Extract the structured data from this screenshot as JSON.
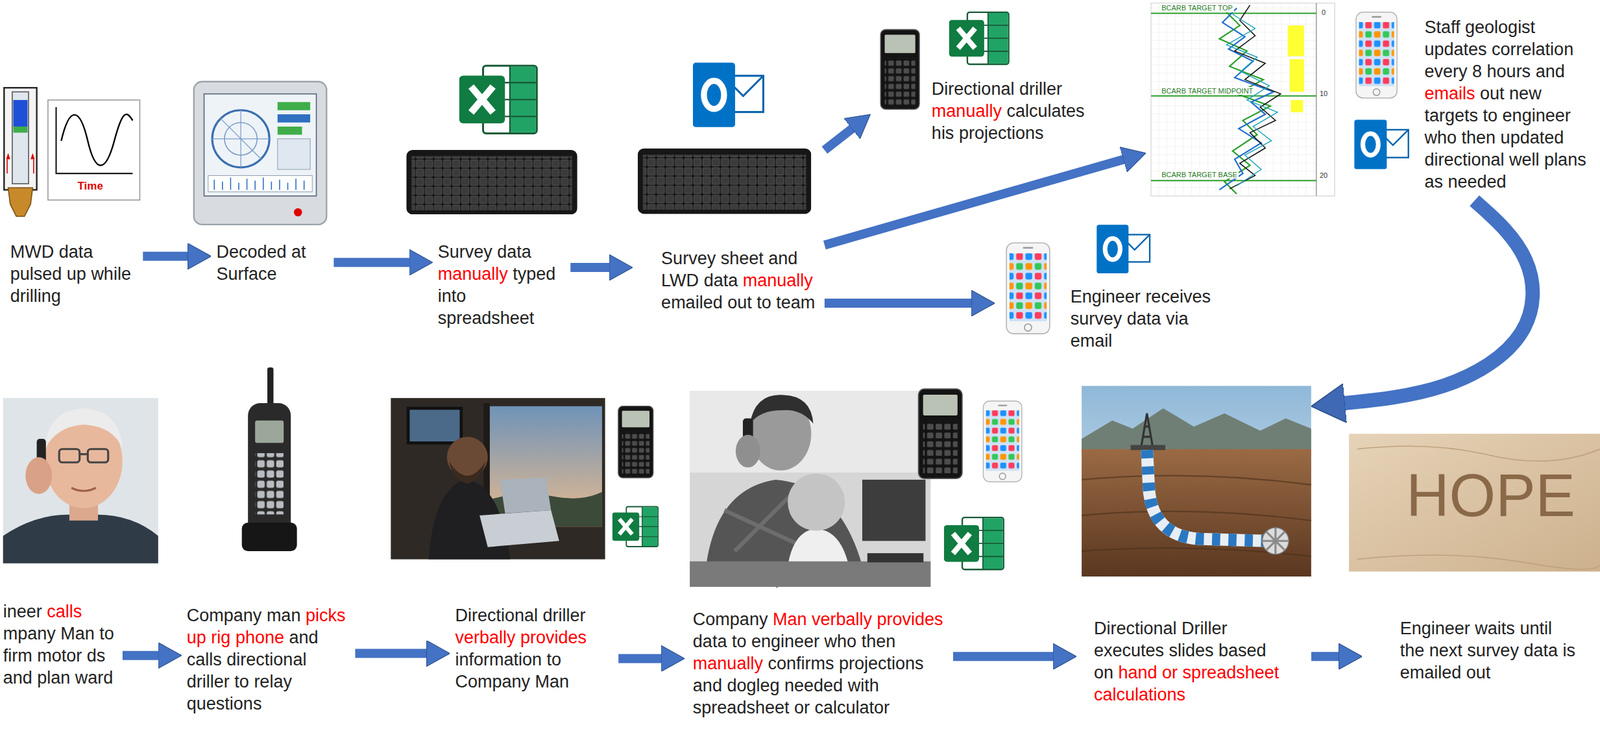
{
  "diagram": {
    "nodes": [
      {
        "text": [
          "MWD data pulsed up while drilling"
        ]
      },
      {
        "text": [
          "Decoded at Surface"
        ]
      },
      {
        "text": [
          "Survey data manually typed into spreadsheet"
        ]
      },
      {
        "text": [
          "Survey sheet and LWD data manually emailed out to team"
        ]
      },
      {
        "text": [
          "Directional driller manually calculates his projections"
        ]
      },
      {
        "text": [
          "Engineer receives survey data via email"
        ]
      },
      {
        "text": [
          "Staff geologist updates correlation every 8 hours and emails out new targets to engineer who then updated directional well plans as needed"
        ]
      },
      {
        "text": [
          "ineer calls mpany Man to firm motor ds and plan ward"
        ]
      },
      {
        "text": [
          "Company man picks up rig phone and calls directional driller to relay questions"
        ]
      },
      {
        "text": [
          "Directional driller verbally provides information to Company Man"
        ]
      },
      {
        "text": [
          "Company Man verbally provides data to engineer who then manually confirms projections and dogleg needed with spreadsheet or calculator"
        ]
      },
      {
        "text": [
          "Directional Driller executes slides based on hand or spreadsheet calculations"
        ]
      },
      {
        "text": [
          "Engineer waits until the next survey data is emailed out"
        ]
      }
    ],
    "edges": [
      {
        "from": 0,
        "to": 1,
        "arrow": "to"
      },
      {
        "from": 1,
        "to": 2,
        "arrow": "to"
      },
      {
        "from": 2,
        "to": 3,
        "arrow": "to"
      },
      {
        "from": 3,
        "to": 4,
        "arrow": "to"
      },
      {
        "from": 3,
        "to": 6,
        "arrow": "to"
      },
      {
        "from": 3,
        "to": 5,
        "arrow": "to"
      },
      {
        "from": 6,
        "to": 11,
        "arrow": "to"
      },
      {
        "from": 7,
        "to": 8,
        "arrow": "to"
      },
      {
        "from": 8,
        "to": 9,
        "arrow": "to"
      },
      {
        "from": 9,
        "to": 10,
        "arrow": "to"
      },
      {
        "from": 10,
        "to": 11,
        "arrow": "to"
      },
      {
        "from": 11,
        "to": 12,
        "arrow": "to"
      }
    ],
    "labels": [
      "Time",
      "BCARB TARGET TOP",
      "BCARB TARGET MIDPOINT",
      "BCARB TARGET BASE",
      "0",
      "10",
      "20",
      "HOPE"
    ]
  }
}
